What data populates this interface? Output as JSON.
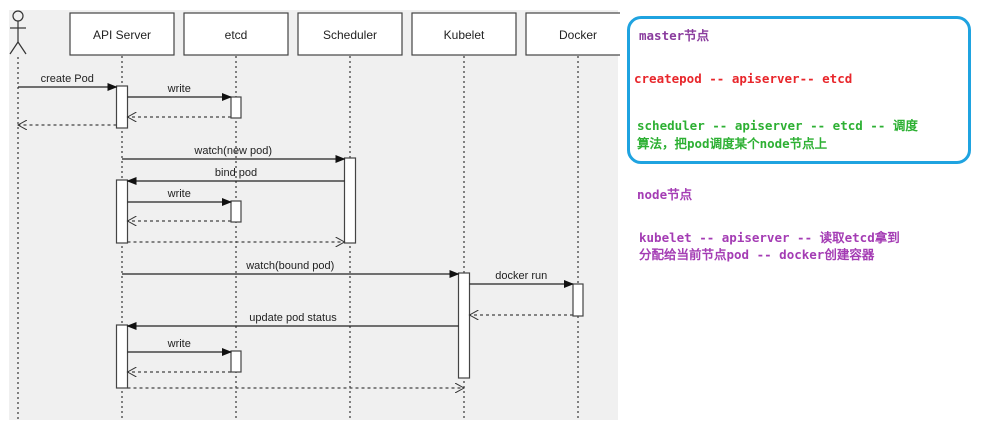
{
  "diagram": {
    "actor": "user",
    "participants": [
      "API Server",
      "etcd",
      "Scheduler",
      "Kubelet",
      "Docker"
    ],
    "messages": [
      {
        "label": "create Pod",
        "from": "actor",
        "to": "API Server",
        "type": "sync"
      },
      {
        "label": "write",
        "from": "API Server",
        "to": "etcd",
        "type": "sync"
      },
      {
        "label": "",
        "from": "etcd",
        "to": "API Server",
        "type": "return"
      },
      {
        "label": "",
        "from": "API Server",
        "to": "actor",
        "type": "return"
      },
      {
        "label": "watch(new pod)",
        "from": "API Server",
        "to": "Scheduler",
        "type": "sync"
      },
      {
        "label": "bind pod",
        "from": "Scheduler",
        "to": "API Server",
        "type": "sync"
      },
      {
        "label": "write",
        "from": "API Server",
        "to": "etcd",
        "type": "sync"
      },
      {
        "label": "",
        "from": "etcd",
        "to": "API Server",
        "type": "return"
      },
      {
        "label": "",
        "from": "API Server",
        "to": "Scheduler",
        "type": "return"
      },
      {
        "label": "watch(bound pod)",
        "from": "API Server",
        "to": "Kubelet",
        "type": "sync"
      },
      {
        "label": "docker run",
        "from": "Kubelet",
        "to": "Docker",
        "type": "sync"
      },
      {
        "label": "",
        "from": "Docker",
        "to": "Kubelet",
        "type": "return"
      },
      {
        "label": "update pod status",
        "from": "Kubelet",
        "to": "API Server",
        "type": "sync"
      },
      {
        "label": "write",
        "from": "API Server",
        "to": "etcd",
        "type": "sync"
      },
      {
        "label": "",
        "from": "etcd",
        "to": "API Server",
        "type": "return"
      },
      {
        "label": "",
        "from": "API Server",
        "to": "Kubelet",
        "type": "return"
      }
    ]
  },
  "notes": {
    "master_title": "master节点",
    "master_line1": "createpod -- apiserver-- etcd",
    "master_line2a": "scheduler -- apiserver -- etcd -- 调度",
    "master_line2b": "算法，把pod调度某个node节点上",
    "node_title": "node节点",
    "node_line1a": "kubelet -- apiserver -- 读取etcd拿到",
    "node_line1b": "分配给当前节点pod -- docker创建容器"
  },
  "colors": {
    "note_border": "#1fa3e0",
    "title_purple": "#8a3c9e",
    "red_text": "#e8262b",
    "green_text": "#2db033",
    "node_magenta": "#a43cb4",
    "diagram_bg": "#f0f0f0"
  }
}
